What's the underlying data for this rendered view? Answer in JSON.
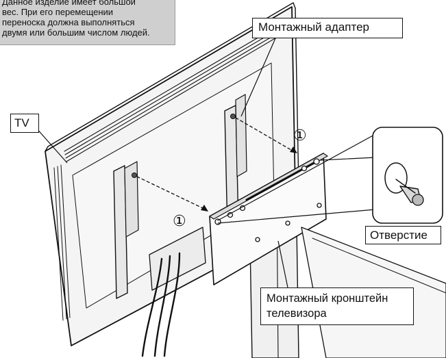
{
  "warning_note": {
    "lines": [
      "Данное изделие имеет большой",
      "вес. При его перемещении",
      "переноска должна выполняться",
      "двумя или большим числом людей."
    ]
  },
  "labels": {
    "tv": "TV",
    "mounting_adapter": "Монтажный адаптер",
    "hole": "Отверстие",
    "tv_bracket_line1": "Монтажный кронштейн",
    "tv_bracket_line2": "телевизора"
  },
  "step_markers": {
    "left": "①",
    "right": "①"
  }
}
